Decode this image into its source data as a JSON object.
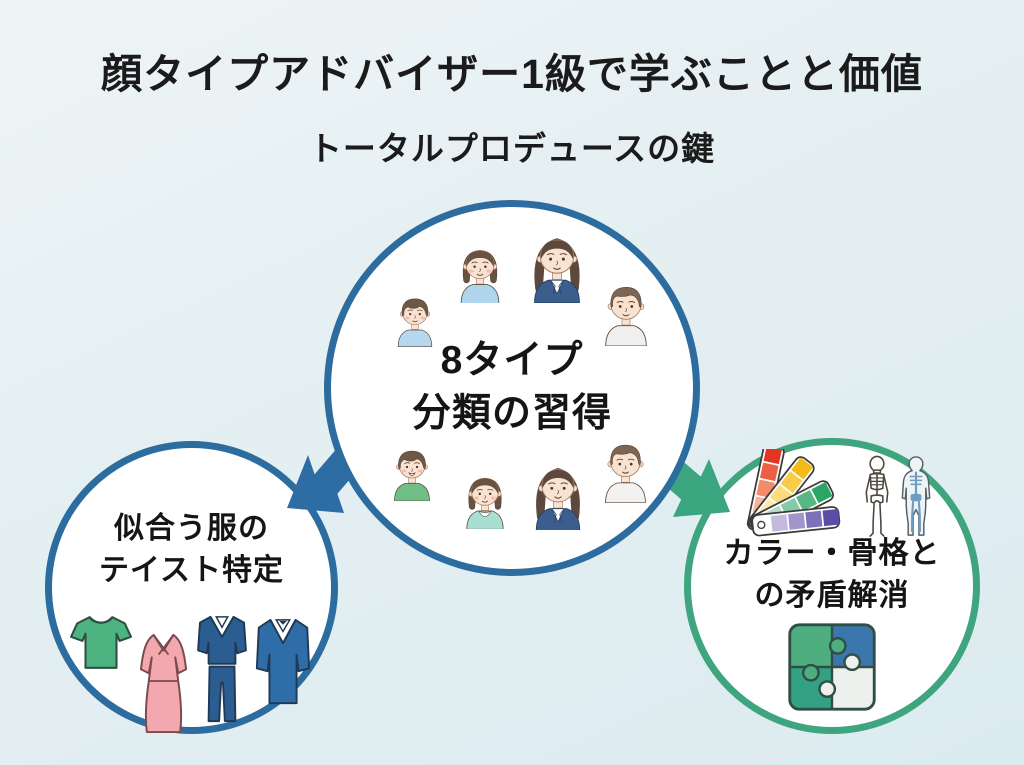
{
  "title": "顔タイプアドバイザー1級で学ぶことと価値",
  "subtitle": "トータルプロデュースの鍵",
  "center_circle": {
    "label_line1": "8タイプ",
    "label_line2": "分類の習得",
    "border_color": "#2d6c9e",
    "people": [
      {
        "name": "boy-lightblue-shirt",
        "hair": "boy",
        "outfit": "plain",
        "shirt": "#b5d8ef",
        "blush": true,
        "smile": "soft"
      },
      {
        "name": "girl-bob-lightblue",
        "hair": "bob",
        "outfit": "plain",
        "shirt": "#b0d6ee",
        "blush": true,
        "smile": "soft"
      },
      {
        "name": "woman-long-navy-blazer",
        "hair": "long",
        "outfit": "blazer",
        "shirt": "#3c5e8e",
        "blush": false,
        "smile": "soft"
      },
      {
        "name": "man-short-light-shirt",
        "hair": "man",
        "outfit": "plain",
        "shirt": "#f0f1ee",
        "blush": false,
        "smile": "soft"
      },
      {
        "name": "boy-green-shirt",
        "hair": "boy",
        "outfit": "plain",
        "shirt": "#6fbe85",
        "blush": true,
        "smile": "open"
      },
      {
        "name": "girl-bob-teal-collar",
        "hair": "bob",
        "outfit": "collar",
        "shirt": "#a9ded2",
        "blush": true,
        "smile": "soft"
      },
      {
        "name": "woman-long-navy-blazer",
        "hair": "long",
        "outfit": "blazer",
        "shirt": "#3c5e8e",
        "blush": false,
        "smile": "soft"
      },
      {
        "name": "man-short-white-shirt",
        "hair": "man",
        "outfit": "plain",
        "shirt": "#f2f3f0",
        "blush": false,
        "smile": "soft"
      }
    ]
  },
  "left_circle": {
    "label_line1": "似合う服の",
    "label_line2": "テイスト特定",
    "border_color": "#2d6c9e",
    "icons": [
      "tshirt-icon",
      "dress-icon",
      "pantsuit-icon",
      "blazer-icon"
    ]
  },
  "right_circle": {
    "label_line1": "カラー・骨格と",
    "label_line2": "の矛盾解消",
    "border_color": "#3fa57e",
    "icons": [
      "color-swatch-fan-icon",
      "skeleton-icon",
      "body-skeleton-icon",
      "puzzle-icon"
    ]
  },
  "colors": {
    "background_top": "#edf4f5",
    "background_bottom": "#dcebf0",
    "circle_border_blue": "#2d6c9e",
    "circle_border_green": "#3fa57e",
    "arrow_blue": "#2e6da4",
    "arrow_green": "#3aa57f",
    "title_text": "#1b1b1b",
    "puzzle_green": "#4fae80",
    "puzzle_blue": "#3b76ad",
    "puzzle_teal": "#35a184",
    "puzzle_white": "#edf0ec"
  }
}
